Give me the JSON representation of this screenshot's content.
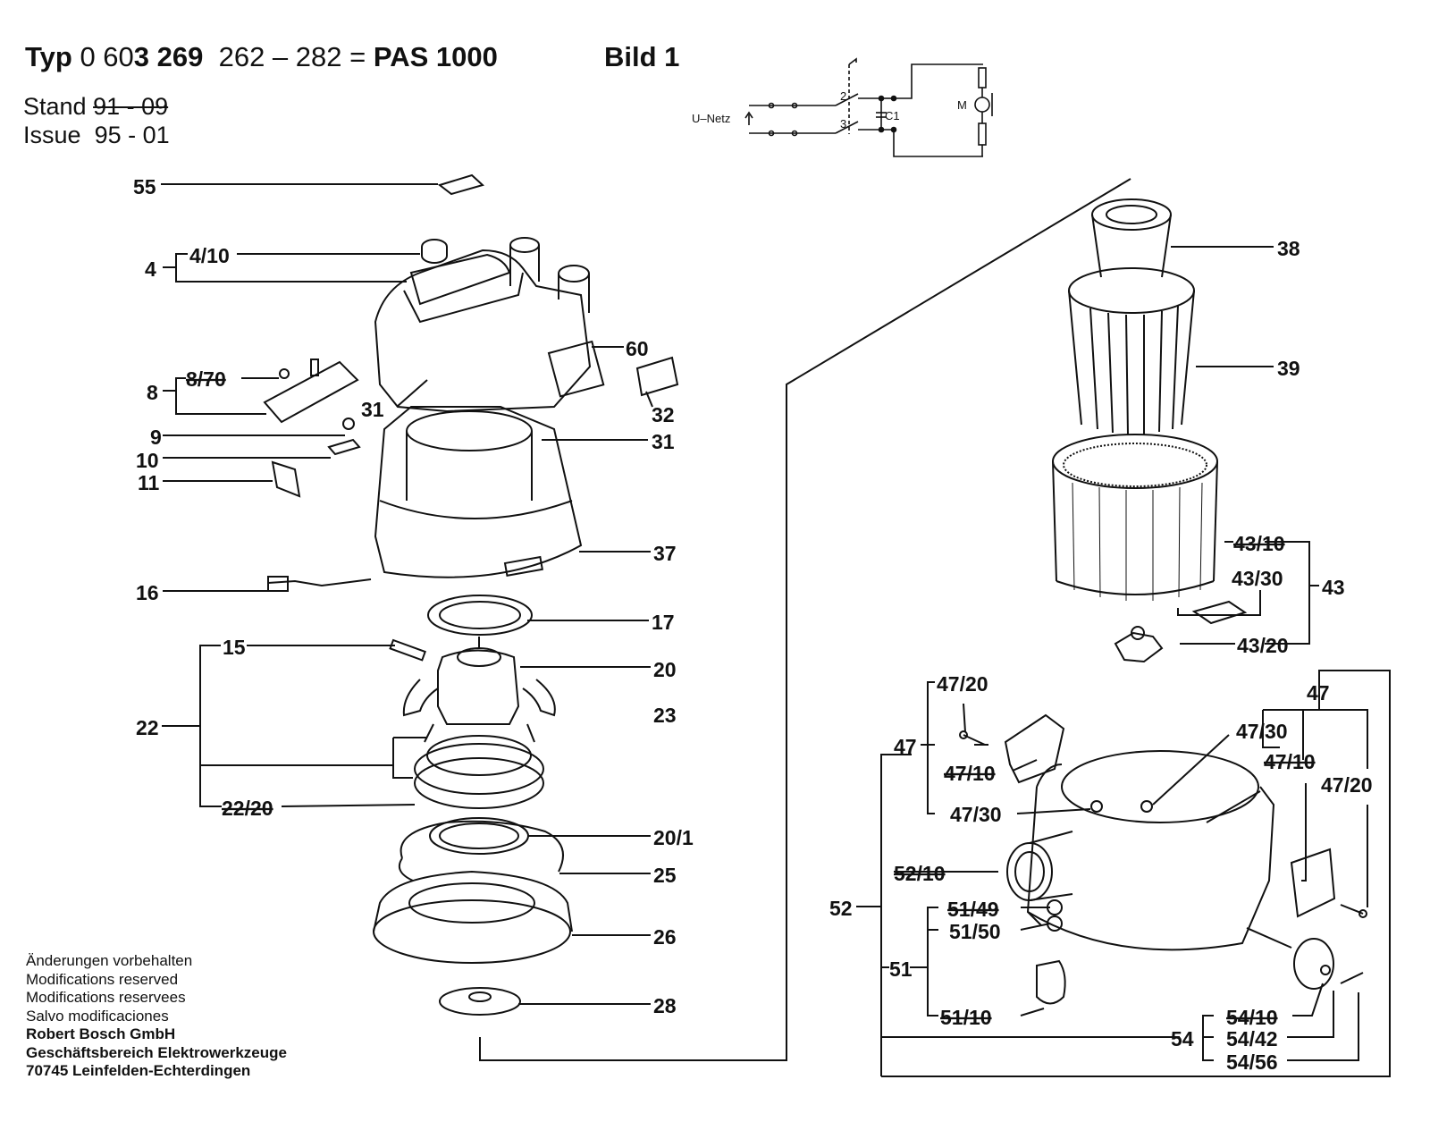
{
  "header": {
    "typ_prefix": "Typ",
    "typ_number_a": "0 60",
    "typ_number_b": "3 269",
    "typ_range": "262 – 282",
    "typ_eq": "=",
    "typ_model": "PAS 1000",
    "bild": "Bild 1",
    "stand_label": "Stand",
    "stand_value": "91 - 09",
    "issue_label": "Issue",
    "issue_value": "95 - 01"
  },
  "schematic": {
    "supply_label": "U–Netz",
    "motor_label": "M",
    "capacitor_label": "C1",
    "switch_contacts": [
      "2",
      "3"
    ]
  },
  "parts_left": [
    {
      "id": "55",
      "label": "55"
    },
    {
      "id": "4",
      "label": "4"
    },
    {
      "id": "4-10",
      "label": "4/10"
    },
    {
      "id": "60",
      "label": "60"
    },
    {
      "id": "8-70",
      "label": "8/70"
    },
    {
      "id": "8",
      "label": "8"
    },
    {
      "id": "31a",
      "label": "31"
    },
    {
      "id": "32",
      "label": "32"
    },
    {
      "id": "9",
      "label": "9"
    },
    {
      "id": "31b",
      "label": "31"
    },
    {
      "id": "10",
      "label": "10"
    },
    {
      "id": "11",
      "label": "11"
    },
    {
      "id": "37",
      "label": "37"
    },
    {
      "id": "16",
      "label": "16"
    },
    {
      "id": "17",
      "label": "17"
    },
    {
      "id": "15",
      "label": "15"
    },
    {
      "id": "20",
      "label": "20"
    },
    {
      "id": "22",
      "label": "22"
    },
    {
      "id": "23",
      "label": "23"
    },
    {
      "id": "22-20",
      "label": "22/20"
    },
    {
      "id": "20-1",
      "label": "20/1"
    },
    {
      "id": "25",
      "label": "25"
    },
    {
      "id": "26",
      "label": "26"
    },
    {
      "id": "28",
      "label": "28"
    }
  ],
  "parts_right": [
    {
      "id": "38",
      "label": "38"
    },
    {
      "id": "39",
      "label": "39"
    },
    {
      "id": "43-10",
      "label": "43/10"
    },
    {
      "id": "43-30",
      "label": "43/30"
    },
    {
      "id": "43",
      "label": "43"
    },
    {
      "id": "43-20",
      "label": "43/20"
    },
    {
      "id": "47-20a",
      "label": "47/20"
    },
    {
      "id": "47top",
      "label": "47"
    },
    {
      "id": "47left",
      "label": "47"
    },
    {
      "id": "47-30a",
      "label": "47/30"
    },
    {
      "id": "47-10a",
      "label": "47/10"
    },
    {
      "id": "47-10b",
      "label": "47/10"
    },
    {
      "id": "47-30b",
      "label": "47/30"
    },
    {
      "id": "47-20b",
      "label": "47/20"
    },
    {
      "id": "52-10",
      "label": "52/10"
    },
    {
      "id": "52",
      "label": "52"
    },
    {
      "id": "51-49",
      "label": "51/49"
    },
    {
      "id": "51-50",
      "label": "51/50"
    },
    {
      "id": "51",
      "label": "51"
    },
    {
      "id": "51-10",
      "label": "51/10"
    },
    {
      "id": "54-10",
      "label": "54/10"
    },
    {
      "id": "54",
      "label": "54"
    },
    {
      "id": "54-42",
      "label": "54/42"
    },
    {
      "id": "54-56",
      "label": "54/56"
    }
  ],
  "footer": {
    "lines": [
      "Änderungen vorbehalten",
      "Modifications reserved",
      "Modifications reservees",
      "Salvo modificaciones"
    ],
    "company_lines": [
      "Robert Bosch GmbH",
      "Geschäftsbereich Elektrowerkzeuge",
      "70745 Leinfelden-Echterdingen"
    ]
  }
}
